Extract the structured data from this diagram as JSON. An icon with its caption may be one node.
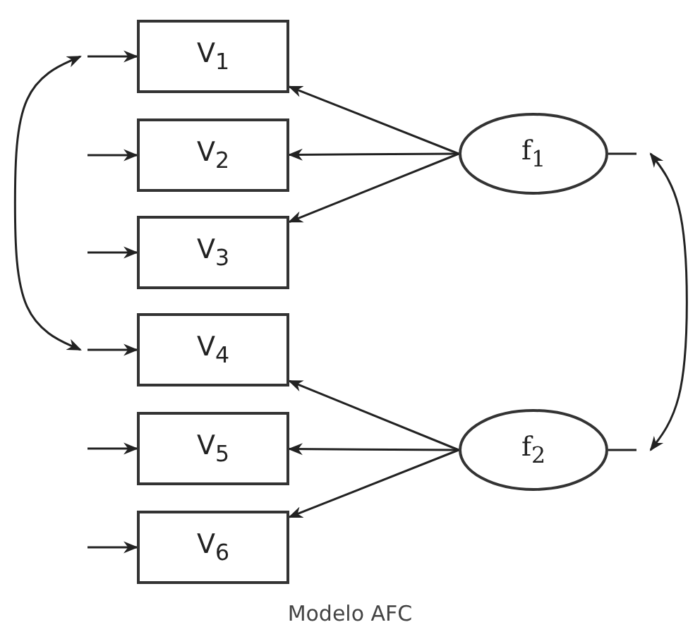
{
  "diagram": {
    "caption": "Modelo AFC",
    "nodes": [
      {
        "text": [
          "V$_{1}$"
        ]
      },
      {
        "text": [
          "V$_{2}$"
        ]
      },
      {
        "text": [
          "V$_{3}$"
        ]
      },
      {
        "text": [
          "V$_{4}$"
        ]
      },
      {
        "text": [
          "V$_{5}$"
        ]
      },
      {
        "text": [
          "V$_{6}$"
        ]
      },
      {
        "text": [
          "f$_{1}$"
        ]
      },
      {
        "text": [
          "f$_{2}$"
        ]
      }
    ],
    "edges": [
      {
        "from": 6,
        "to": 0,
        "arrow": "to"
      },
      {
        "from": 6,
        "to": 1,
        "arrow": "to"
      },
      {
        "from": 6,
        "to": 2,
        "arrow": "to"
      },
      {
        "from": 7,
        "to": 3,
        "arrow": "to"
      },
      {
        "from": 7,
        "to": 4,
        "arrow": "to"
      },
      {
        "from": 7,
        "to": 5,
        "arrow": "to"
      },
      {
        "from": null,
        "to": 0,
        "arrow": "to"
      },
      {
        "from": null,
        "to": 1,
        "arrow": "to"
      },
      {
        "from": null,
        "to": 2,
        "arrow": "to"
      },
      {
        "from": null,
        "to": 3,
        "arrow": "to"
      },
      {
        "from": null,
        "to": 4,
        "arrow": "to"
      },
      {
        "from": null,
        "to": 5,
        "arrow": "to"
      },
      {
        "from": 0,
        "to": 3,
        "arrow": "both"
      },
      {
        "from": 6,
        "to": 7,
        "arrow": "both"
      }
    ]
  }
}
